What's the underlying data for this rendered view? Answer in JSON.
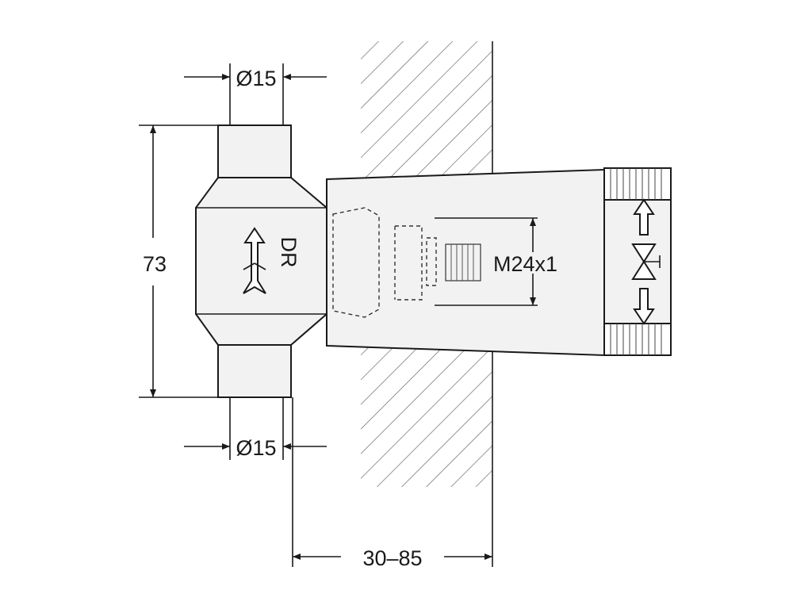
{
  "dimensions": {
    "inlet_diameter": "Ø15",
    "outlet_diameter": "Ø15",
    "body_height": "73",
    "wall_depth_range": "30–85",
    "thread_size": "M24x1"
  },
  "body_marking": "DR",
  "icons": [
    "flow-direction-arrow-icon",
    "valve-symbol-icon",
    "shutoff-arrows-icon"
  ]
}
